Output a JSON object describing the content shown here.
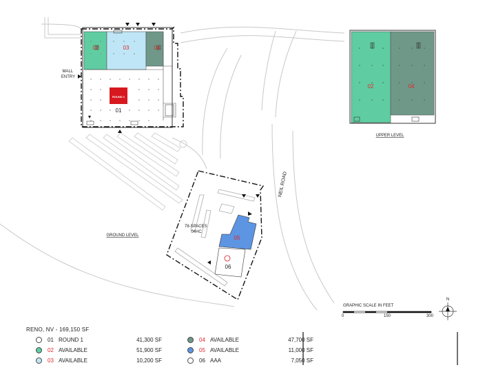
{
  "labels": {
    "mall_entry_line1": "MALL",
    "mall_entry_line2": "ENTRY",
    "ground_level": "GROUND LEVEL",
    "upper_level": "UPPER LEVEL",
    "neil_road": "NEIL ROAD",
    "parking_line1": "78-SPACES",
    "parking_line2": "04HC",
    "round1_logo": "ROUND 1"
  },
  "ground_units": {
    "u01": "01",
    "u02": "02",
    "u03": "03",
    "u04": "04",
    "u05": "05",
    "u06": "06"
  },
  "upper_units": {
    "u02": "02",
    "u04": "04"
  },
  "legend": {
    "title": "RENO, NV - 169,150 SF",
    "left": [
      {
        "num": "01",
        "name": "ROUND 1",
        "sf": "41,300 SF",
        "color": "#ffffff",
        "num_color": "#222222"
      },
      {
        "num": "02",
        "name": "AVAILABLE",
        "sf": "51,900 SF",
        "color": "#5fcda1",
        "num_color": "#e0262b"
      },
      {
        "num": "03",
        "name": "AVAILABLE",
        "sf": "10,200 SF",
        "color": "#bfe6f6",
        "num_color": "#e0262b"
      }
    ],
    "right": [
      {
        "num": "04",
        "name": "AVAILABLE",
        "sf": "47,700 SF",
        "color": "#6f9889",
        "num_color": "#e0262b"
      },
      {
        "num": "05",
        "name": "AVAILABLE",
        "sf": "11,000 SF",
        "color": "#5d95e3",
        "num_color": "#e0262b"
      },
      {
        "num": "06",
        "name": "AAA",
        "sf": "7,050 SF",
        "color": "#ffffff",
        "num_color": "#222222"
      }
    ]
  },
  "scale": {
    "title": "GRAPHIC SCALE IN FEET",
    "t0": "0",
    "t1": "150",
    "t2": "300"
  },
  "north": "N",
  "colors": {
    "unit02": "#5fcda1",
    "unit03": "#bfe6f6",
    "unit04": "#6f9889",
    "unit05": "#5d95e3",
    "round1": "#d7191f",
    "accent_red": "#e0262b"
  }
}
